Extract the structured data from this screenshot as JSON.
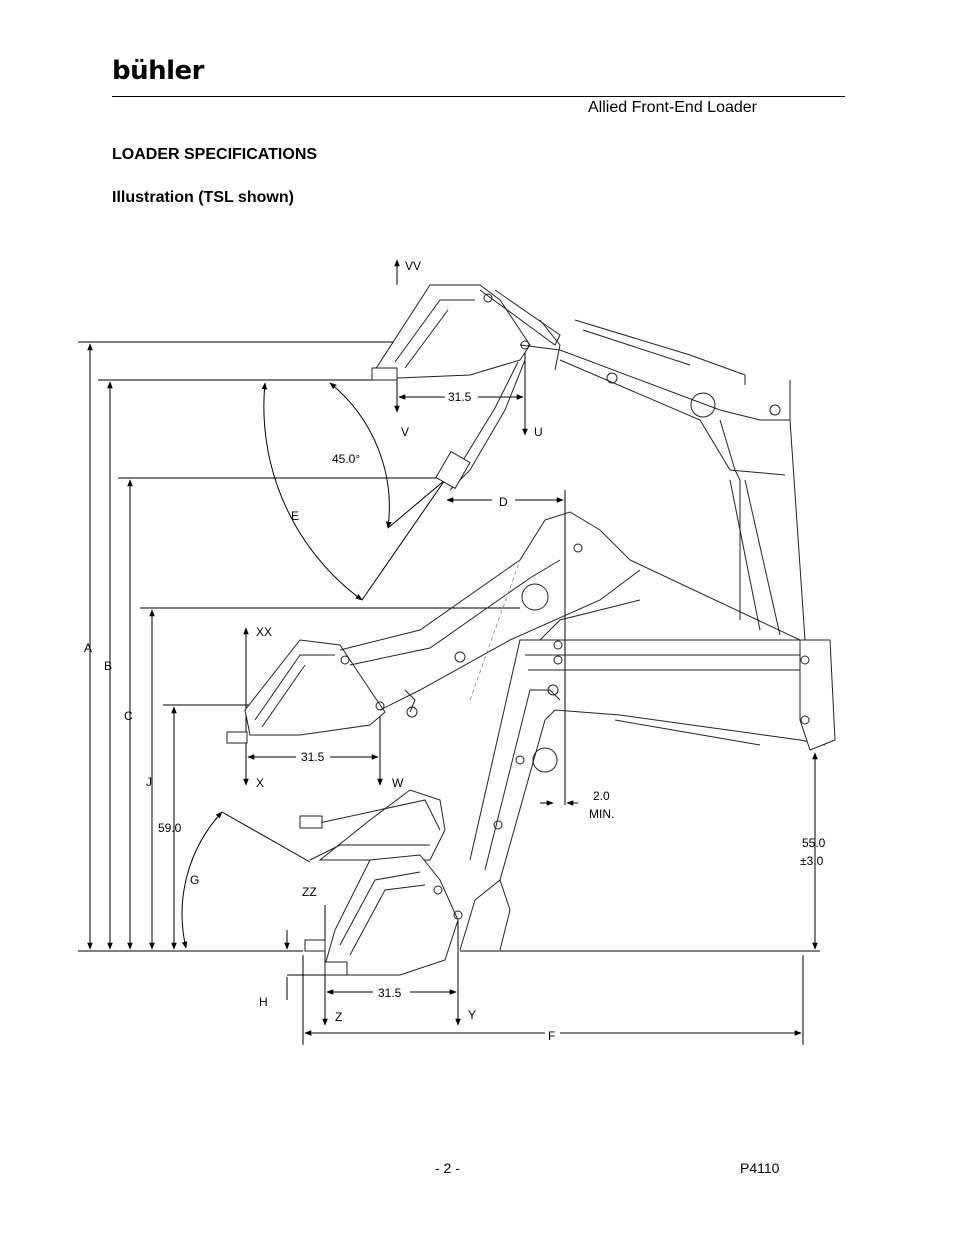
{
  "header": {
    "logo_text": "bühler",
    "document_subtitle": "Allied Front-End Loader"
  },
  "headings": {
    "section": "LOADER SPECIFICATIONS",
    "subsection": "Illustration (TSL shown)"
  },
  "diagram": {
    "vertical_dim_labels": {
      "a": "A",
      "b": "B",
      "c": "C",
      "j": "J",
      "g": "G",
      "e": "E",
      "h": "H",
      "f": "F",
      "d": "D"
    },
    "position_labels": {
      "vv": "VV",
      "v": "V",
      "u": "U",
      "xx": "XX",
      "x": "X",
      "w": "W",
      "zz": "ZZ",
      "z": "Z",
      "y": "Y"
    },
    "values": {
      "top_width": "31.5",
      "mid_width": "31.5",
      "bottom_width": "31.5",
      "angle": "45.0°",
      "height_59": "59.0",
      "clearance_value": "2.0",
      "clearance_unit": "MIN.",
      "mount_height": "55.0",
      "mount_tol": "±3.0"
    }
  },
  "footer": {
    "page_number": "- 2 -",
    "doc_code": "P4110"
  }
}
